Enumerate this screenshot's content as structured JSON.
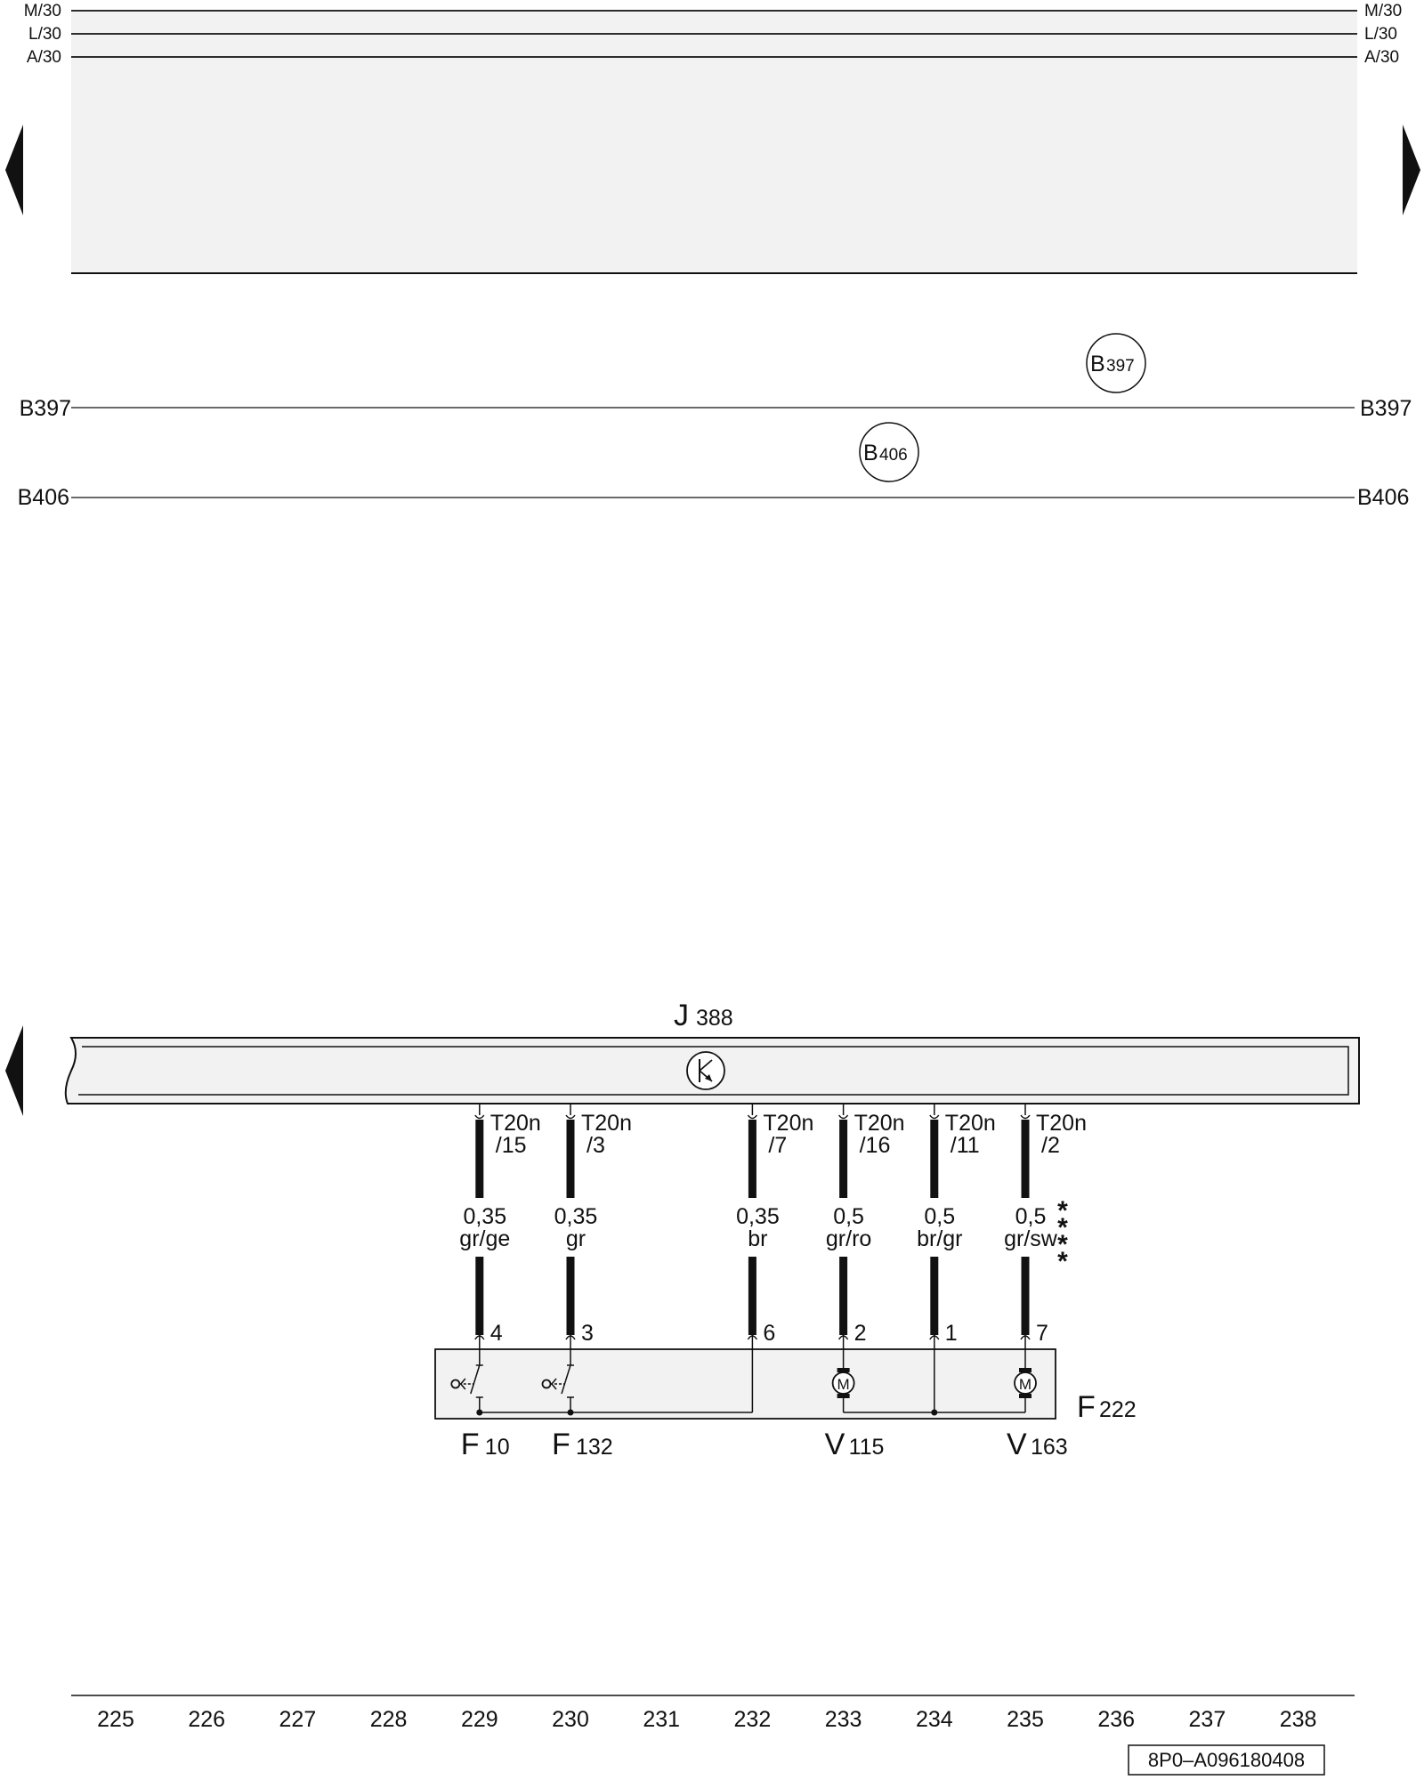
{
  "rails": {
    "top": [
      {
        "name": "M/30"
      },
      {
        "name": "L/30"
      },
      {
        "name": "A/30"
      }
    ],
    "bus": [
      {
        "name": "B397",
        "connector_main": "B",
        "connector_sub": "397"
      },
      {
        "name": "B406",
        "connector_main": "B",
        "connector_sub": "406"
      }
    ]
  },
  "control_unit": {
    "label_main": "J",
    "label_sub": "388"
  },
  "connector_name": "T20n",
  "wires": [
    {
      "column": 229,
      "pin": "/15",
      "cross_section": "0,35",
      "color": "gr/ge",
      "component_pin": "4"
    },
    {
      "column": 230,
      "pin": "/3",
      "cross_section": "0,35",
      "color": "gr",
      "component_pin": "3"
    },
    {
      "column": 232,
      "pin": "/7",
      "cross_section": "0,35",
      "color": "br",
      "component_pin": "6"
    },
    {
      "column": 233,
      "pin": "/16",
      "cross_section": "0,5",
      "color": "gr/ro",
      "component_pin": "2"
    },
    {
      "column": 234,
      "pin": "/11",
      "cross_section": "0,5",
      "color": "br/gr",
      "component_pin": "1"
    },
    {
      "column": 235,
      "pin": "/2",
      "cross_section": "0,5",
      "color": "gr/sw",
      "component_pin": "7",
      "note": "****"
    }
  ],
  "assembly": {
    "label_main": "F",
    "label_sub": "222"
  },
  "components": [
    {
      "column": 229,
      "main": "F",
      "sub": "10",
      "kind": "switch"
    },
    {
      "column": 230,
      "main": "F",
      "sub": "132",
      "kind": "switch"
    },
    {
      "column": 233,
      "main": "V",
      "sub": "115",
      "kind": "motor",
      "motor_letter": "M"
    },
    {
      "column": 235,
      "main": "V",
      "sub": "163",
      "kind": "motor",
      "motor_letter": "M"
    }
  ],
  "grid_numbers": [
    "225",
    "226",
    "227",
    "228",
    "229",
    "230",
    "231",
    "232",
    "233",
    "234",
    "235",
    "236",
    "237",
    "238"
  ],
  "doc_id": "8P0–A096180408"
}
